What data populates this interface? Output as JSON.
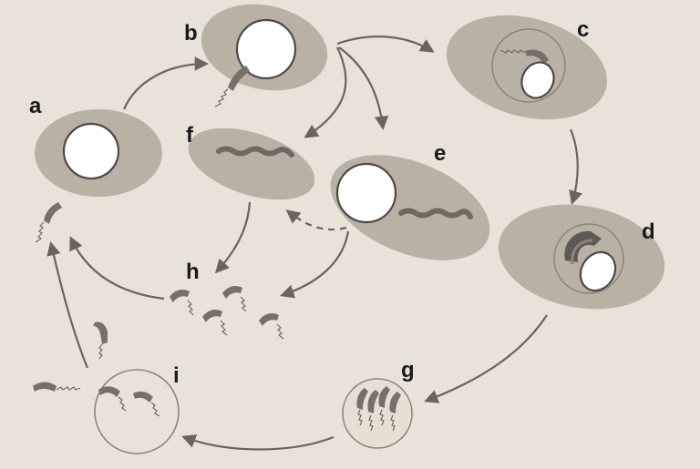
{
  "labels": {
    "a": "a",
    "b": "b",
    "c": "c",
    "d": "d",
    "e": "e",
    "f": "f",
    "g": "g",
    "h": "h",
    "i": "i"
  },
  "colors": {
    "background": "#e9e2d8",
    "cell": "#b9b1a3",
    "nucleus": "#ffffff",
    "arrow": "#6c645c",
    "parasite": "#6e6962"
  }
}
